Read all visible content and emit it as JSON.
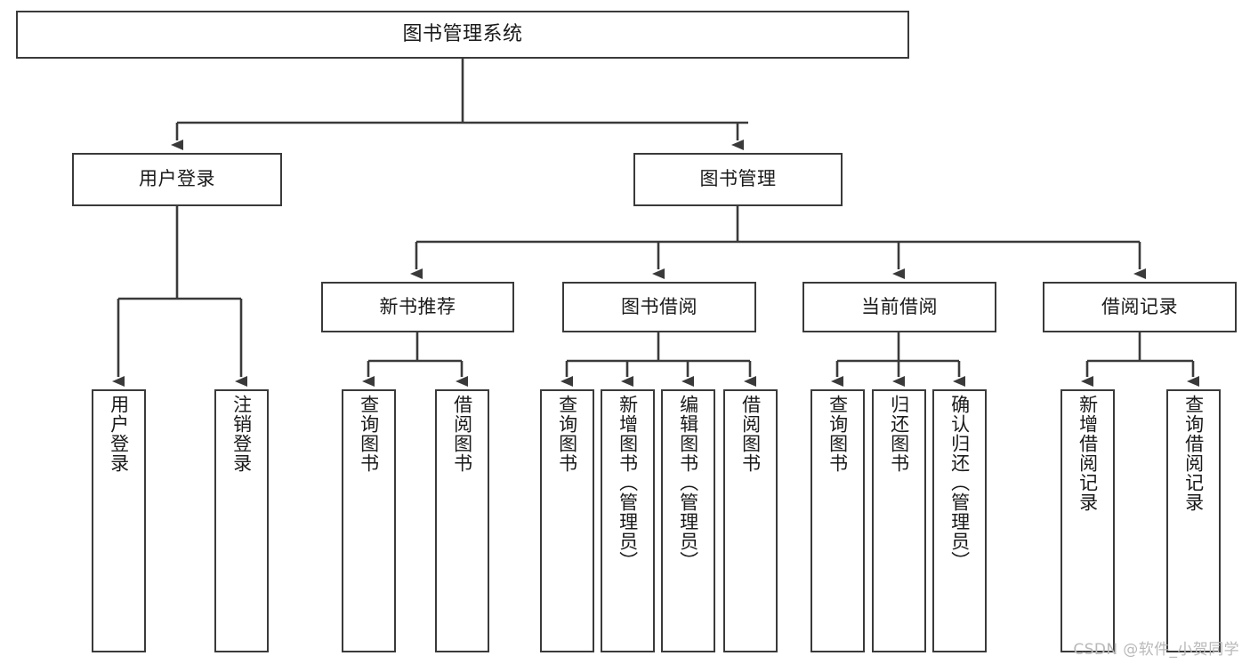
{
  "diagram": {
    "title": "图书管理系统",
    "type": "tree-hierarchy-chart",
    "watermark": "CSDN @软件_小贺同学",
    "colors": {
      "box_border": "#3a3a3a",
      "box_fill": "#ffffff",
      "line": "#3a3a3a",
      "text": "#1a1a1a",
      "watermark": "#b9b9b9"
    }
  },
  "nodes": {
    "root": {
      "label": "图书管理系统"
    },
    "level2": [
      {
        "label": "用户登录"
      },
      {
        "label": "图书管理"
      }
    ],
    "level3": [
      {
        "label": "新书推荐"
      },
      {
        "label": "图书借阅"
      },
      {
        "label": "当前借阅"
      },
      {
        "label": "借阅记录"
      }
    ],
    "leaves": {
      "user_login": [
        {
          "label": "用户登录"
        },
        {
          "label": "注销登录"
        }
      ],
      "new_book_recommend": [
        {
          "label": "查询图书"
        },
        {
          "label": "借阅图书"
        }
      ],
      "book_borrow": [
        {
          "label": "查询图书"
        },
        {
          "label": "新增图书（管理员）"
        },
        {
          "label": "编辑图书（管理员）"
        },
        {
          "label": "借阅图书"
        }
      ],
      "current_borrow": [
        {
          "label": "查询图书"
        },
        {
          "label": "归还图书"
        },
        {
          "label": "确认归还（管理员）"
        }
      ],
      "borrow_record": [
        {
          "label": "新增借阅记录"
        },
        {
          "label": "查询借阅记录"
        }
      ]
    }
  }
}
